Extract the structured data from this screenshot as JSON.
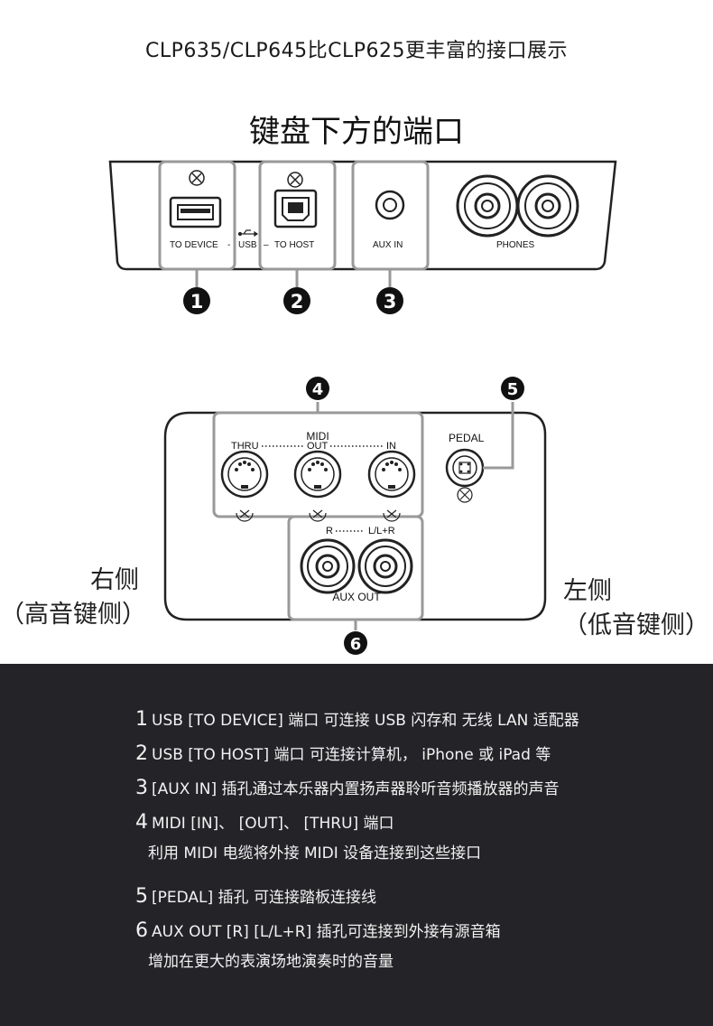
{
  "header": {
    "title": "CLP635/CLP645比CLP625更丰富的接口展示"
  },
  "top_panel": {
    "title": "键盘下方的端口",
    "ports": {
      "to_device": "TO  DEVICE",
      "usb": "USB",
      "to_host": "TO  HOST",
      "aux_in": "AUX  IN",
      "phones": "PHONES"
    },
    "markers": [
      "1",
      "2",
      "3"
    ]
  },
  "bottom_panel": {
    "midi": "MIDI",
    "thru": "THRU",
    "out": "OUT",
    "in": "IN",
    "pedal": "PEDAL",
    "r": "R",
    "llr": "L/L+R",
    "aux_out": "AUX  OUT",
    "markers": [
      "4",
      "5",
      "6"
    ],
    "right_side": "右侧",
    "right_side_sub": "（高音键侧）",
    "left_side": "左侧",
    "left_side_sub": "（低音键侧）"
  },
  "descriptions": [
    {
      "num": "1",
      "text": "USB [TO DEVICE] 端口 可连接 USB 闪存和 无线 LAN 适配器"
    },
    {
      "num": "2",
      "text": "USB [TO HOST] 端口 可连接计算机， iPhone 或 iPad 等"
    },
    {
      "num": "3",
      "text": "[AUX IN] 插孔通过本乐器内置扬声器聆听音频播放器的声音"
    },
    {
      "num": "4",
      "text": "MIDI [IN]、 [OUT]、 [THRU] 端口",
      "sub": "利用 MIDI 电缆将外接 MIDI 设备连接到这些接口"
    },
    {
      "num": "5",
      "text": "[PEDAL] 插孔 可连接踏板连接线"
    },
    {
      "num": "6",
      "text": "AUX OUT [R] [L/L+R] 插孔可连接到外接有源音箱",
      "sub": "增加在更大的表演场地演奏时的音量"
    }
  ]
}
